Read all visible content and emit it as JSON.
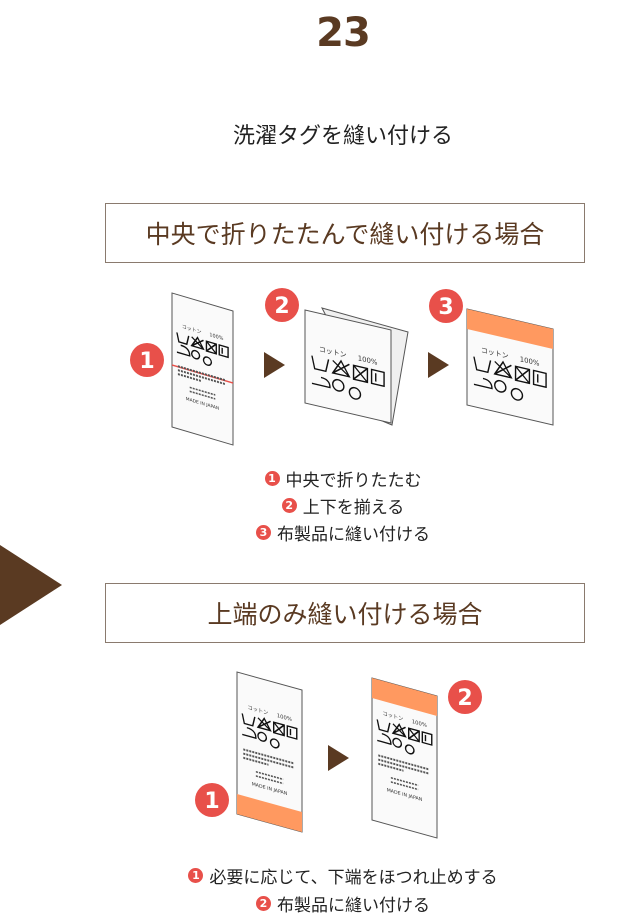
{
  "step_number": "23",
  "subtitle": "洗濯タグを縫い付ける",
  "colors": {
    "brown": "#5a3a22",
    "badge": "#e8504a",
    "band": "#ff9960"
  },
  "tag_text": {
    "material": "コットン",
    "percent": "100%",
    "origin": "MADE IN JAPAN"
  },
  "section1": {
    "title": "中央で折りたたんで縫い付ける場合",
    "badges": [
      "1",
      "2",
      "3"
    ],
    "steps": [
      {
        "num": "1",
        "text": "中央で折りたたむ"
      },
      {
        "num": "2",
        "text": "上下を揃える"
      },
      {
        "num": "3",
        "text": "布製品に縫い付ける"
      }
    ]
  },
  "section2": {
    "title": "上端のみ縫い付ける場合",
    "badges": [
      "1",
      "2"
    ],
    "steps": [
      {
        "num": "1",
        "text": "必要に応じて、下端をほつれ止めする"
      },
      {
        "num": "2",
        "text": "布製品に縫い付ける"
      }
    ]
  }
}
